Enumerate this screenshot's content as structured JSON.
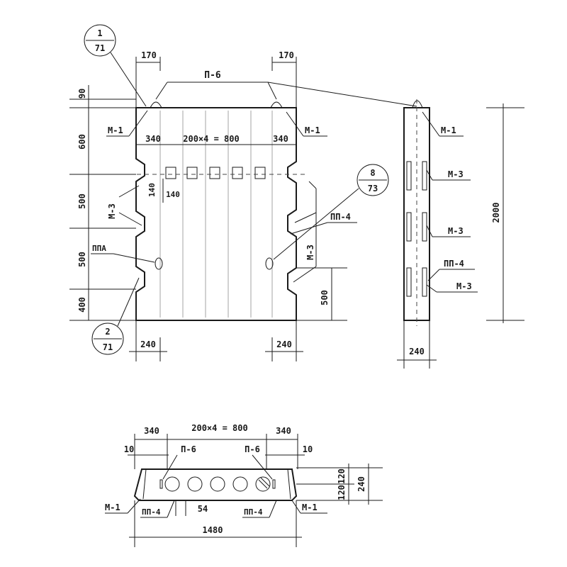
{
  "front": {
    "callout_top": {
      "num": "1",
      "sheet": "71"
    },
    "callout_bottom": {
      "num": "2",
      "sheet": "71"
    },
    "dim_170_left": "170",
    "dim_170_right": "170",
    "lbl_p6": "П-6",
    "dim_90": "90",
    "dim_600": "600",
    "dim_500a": "500",
    "dim_500b": "500",
    "dim_400": "400",
    "lbl_m1_left": "М-1",
    "lbl_m1_right": "М-1",
    "dim_340_left": "340",
    "dim_800": "200×4 = 800",
    "dim_340_right": "340",
    "dim_140a": "140",
    "dim_140b": "140",
    "lbl_m3_left": "М-3",
    "lbl_m3_right": "М-3",
    "lbl_ppa": "ППА",
    "lbl_pp4": "ПП-4",
    "callout_right": {
      "num": "8",
      "sheet": "73"
    },
    "dim_500_right": "500",
    "dim_240_left": "240",
    "dim_240_right": "240"
  },
  "side": {
    "lbl_m1": "М-1",
    "lbl_m3a": "М-3",
    "lbl_m3b": "М-3",
    "lbl_pp4": "ПП-4",
    "lbl_m3c": "М-3",
    "dim_2000": "2000",
    "dim_240": "240"
  },
  "plan": {
    "dim_340_left": "340",
    "dim_800": "200×4 = 800",
    "dim_340_right": "340",
    "dim_10_left": "10",
    "lbl_p6_left": "П-6",
    "lbl_p6_right": "П-6",
    "dim_10_right": "10",
    "dim_120_top": "120",
    "dim_120_bottom": "120",
    "dim_240": "240",
    "lbl_m1_left": "М-1",
    "lbl_pp4_left": "ПП-4",
    "dim_54": "54",
    "lbl_pp4_right": "ПП-4",
    "lbl_m1_right": "М-1",
    "dim_1480": "1480"
  }
}
